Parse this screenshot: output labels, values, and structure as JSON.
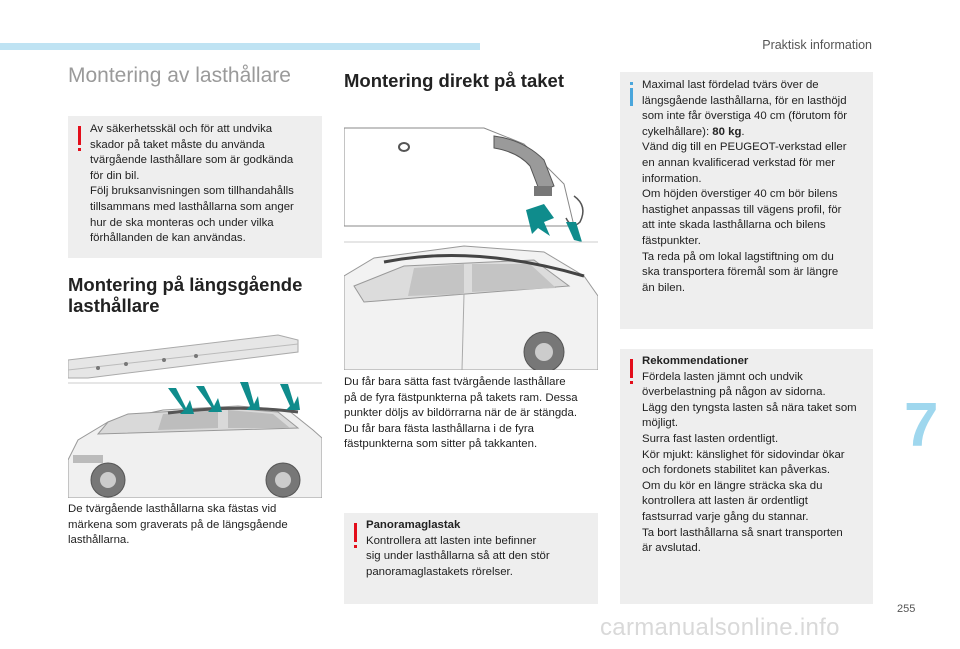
{
  "header": {
    "section": "Praktisk information"
  },
  "col1": {
    "title": "Montering av lasthållare",
    "warning": {
      "icon": "warning-exclamation-icon",
      "lines": [
        "Av säkerhetsskäl och för att undvika",
        "skador på taket måste du använda",
        "tvärgående lasthållare som är godkända",
        "för din bil.",
        "Följ bruksanvisningen som tillhandahålls",
        "tillsammans med lasthållarna som anger",
        "hur de ska monteras och under vilka",
        "förhållanden de kan användas."
      ]
    },
    "heading_lines": [
      "Montering på längsgående",
      "lasthållare"
    ],
    "caption_lines": [
      "De tvärgående lasthållarna ska fästas vid",
      "märkena som graverats på de längsgående",
      "lasthållarna."
    ]
  },
  "col2": {
    "heading": "Montering direkt på taket",
    "body_lines": [
      "Du får bara sätta fast tvärgående lasthållare",
      "på de fyra fästpunkterna på takets ram. Dessa",
      "punkter döljs av bildörrarna när de är stängda.",
      "Du får bara fästa lasthållarna i de fyra",
      "fästpunkterna som sitter på takkanten."
    ],
    "warning": {
      "icon": "warning-exclamation-icon",
      "title": "Panoramaglastak",
      "lines": [
        "Kontrollera att lasten inte befinner",
        "sig under lasthållarna så att den stör",
        "panoramaglastakets rörelser."
      ]
    }
  },
  "col3": {
    "info": {
      "icon": "info-i-icon",
      "lines_before": [
        "Maximal last fördelad tvärs över de",
        "längsgående lasthållarna, för en lasthöjd",
        "som inte får överstiga 40 cm (förutom för"
      ],
      "line_prefix": "cykelhållare): ",
      "line_bold": "80 kg",
      "line_suffix": ".",
      "lines_after": [
        "Vänd dig till en PEUGEOT-verkstad eller",
        "en annan kvalificerad verkstad för mer",
        "information.",
        "Om höjden överstiger 40 cm bör bilens",
        "hastighet anpassas till vägens profil, för",
        "att inte skada lasthållarna och bilens",
        "fästpunkter.",
        "Ta reda på om lokal lagstiftning om du",
        "ska transportera föremål som är längre",
        "än bilen."
      ]
    },
    "warning": {
      "icon": "warning-exclamation-icon",
      "title": "Rekommendationer",
      "lines": [
        "Fördela lasten jämnt och undvik",
        "överbelastning på någon av sidorna.",
        "Lägg den tyngsta lasten så nära taket som",
        "möjligt.",
        "Surra fast lasten ordentligt.",
        "Kör mjukt: känslighet för sidovindar ökar",
        "och fordonets stabilitet kan påverkas.",
        "Om du kör en längre sträcka ska du",
        "kontrollera att lasten är ordentligt",
        "fastsurrad varje gång du stannar.",
        "Ta bort lasthållarna så snart transporten",
        "är avslutad."
      ]
    }
  },
  "chapter_number": "7",
  "page_number": "255",
  "watermark": "carmanualsonline.info",
  "colors": {
    "accent_blue": "#bfe3f3",
    "warning_red": "#e30d1a",
    "info_blue": "#4aa6dc",
    "arrow_teal": "#0f8c8c"
  }
}
